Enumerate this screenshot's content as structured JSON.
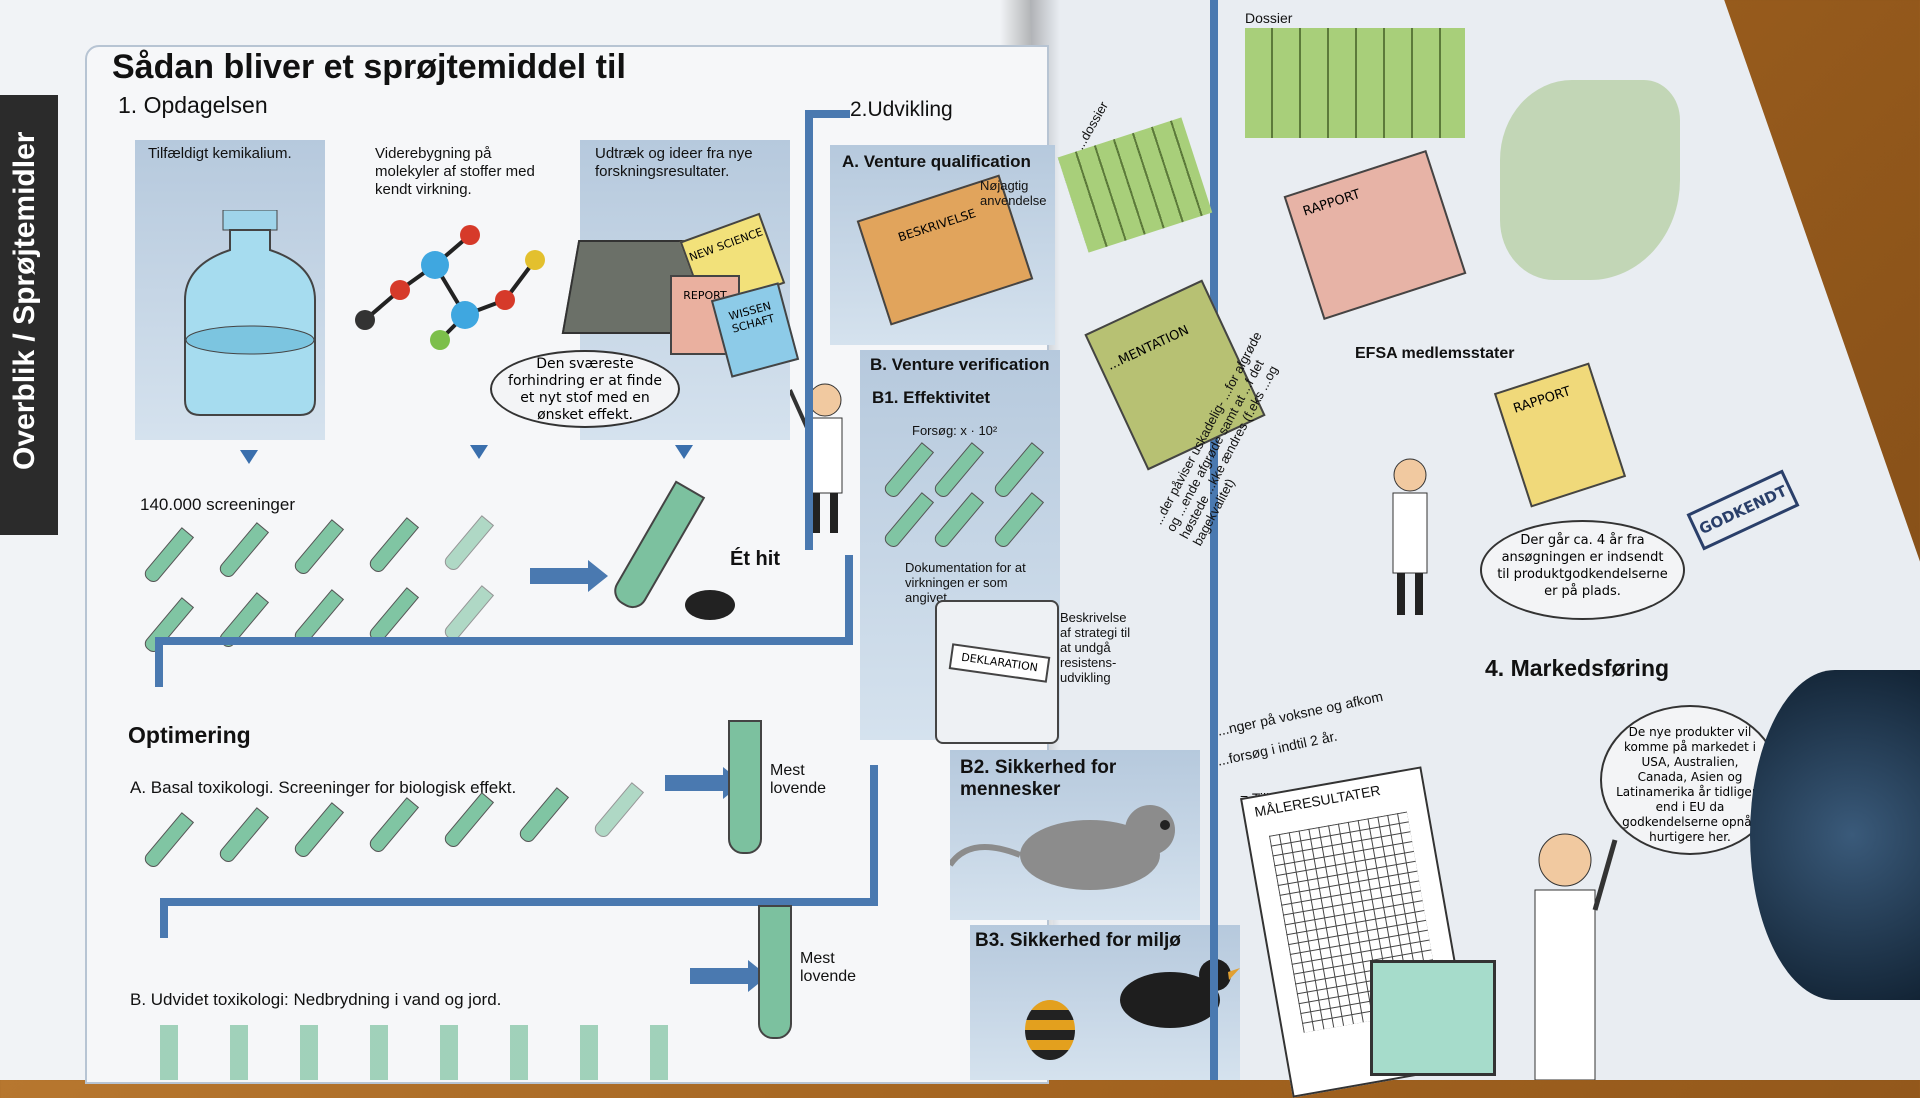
{
  "left_page": {
    "sidebar_label": "Overblik / Sprøjtemidler",
    "title": "Sådan bliver et sprøjtemiddel til",
    "section1": "1. Opdagelsen",
    "panel_a": "Tilfældigt kemikalium.",
    "panel_b": "Viderebygning på molekyler af stoffer med kendt virkning.",
    "panel_c": "Udtræk og ideer fra nye forskningsresultater.",
    "book_labels": [
      "NEW SCIENCE",
      "REPORT",
      "WISSEN SCHAFT"
    ],
    "bubble": "Den sværeste forhindring er at finde et nyt stof med en ønsket effekt.",
    "screenings": "140.000 screeninger",
    "hit": "Ét hit",
    "optimering": "Optimering",
    "opt_a": "A. Basal toxikologi. Screeninger for biologisk effekt.",
    "opt_b": "B. Udvidet toxikologi: Nedbrydning i vand og jord.",
    "mest_lovende": "Mest lovende"
  },
  "middle": {
    "section2": "2.Udvikling",
    "venture_a": "A. Venture qualification",
    "beskrivelse": "BESKRIVELSE",
    "noejagtig": "Nøjagtig anvendelse",
    "venture_b": "B. Venture verification",
    "b1": "B1. Effektivitet",
    "forsoeg": "Forsøg: x · 10²",
    "dokumentation": "Dokumentation for at virkningen er som angivet.",
    "deklaration": "DEKLARATION",
    "beskrivelse_strategi": "Beskrivelse af strategi til at undgå resistens- udvikling",
    "b2": "B2. Sikkerhed for mennesker",
    "b3": "B3. Sikkerhed for miljø"
  },
  "right_page": {
    "dossier": "Dossier",
    "rapport": "RAPPORT",
    "efsa": "EFSA medlemsstater",
    "godkendt": "GODKENDT",
    "bubble_years": "Der går ca. 4 år fra ansøgningen er indsendt til produktgodkendelserne er på plads.",
    "section4": "4. Markedsføring",
    "bubble_market": "De nye produkter vil komme på markedet i USA, Australien, Canada, Asien og Latinamerika år tidligere end i EU da godkendelserne opnås hurtigere her.",
    "maaleresultater": "MÅLERESULTATER",
    "max_dosis": "= Tilladte max-dosis",
    "frag_voksne": "...nger på voksne og afkom",
    "frag_aar": "...forsøg i indtil 2 år.",
    "frag_paaviser": "...der påviser uskadelig- ...for afgrøde og ...ende afgrøde samt at ...f det høstede ...kke ændres (f.eks ...og bagekvalitet)",
    "frag_dossier": "...dossier",
    "frag_mentation": "...MENTATION"
  },
  "colors": {
    "path_blue": "#4a79b0",
    "tube_green": "#80c5a3",
    "folder_green": "#a8cf7a",
    "book_orange": "#e1a45c",
    "rapport_pink": "#e7b3a6",
    "doc_olive": "#b7c173"
  }
}
